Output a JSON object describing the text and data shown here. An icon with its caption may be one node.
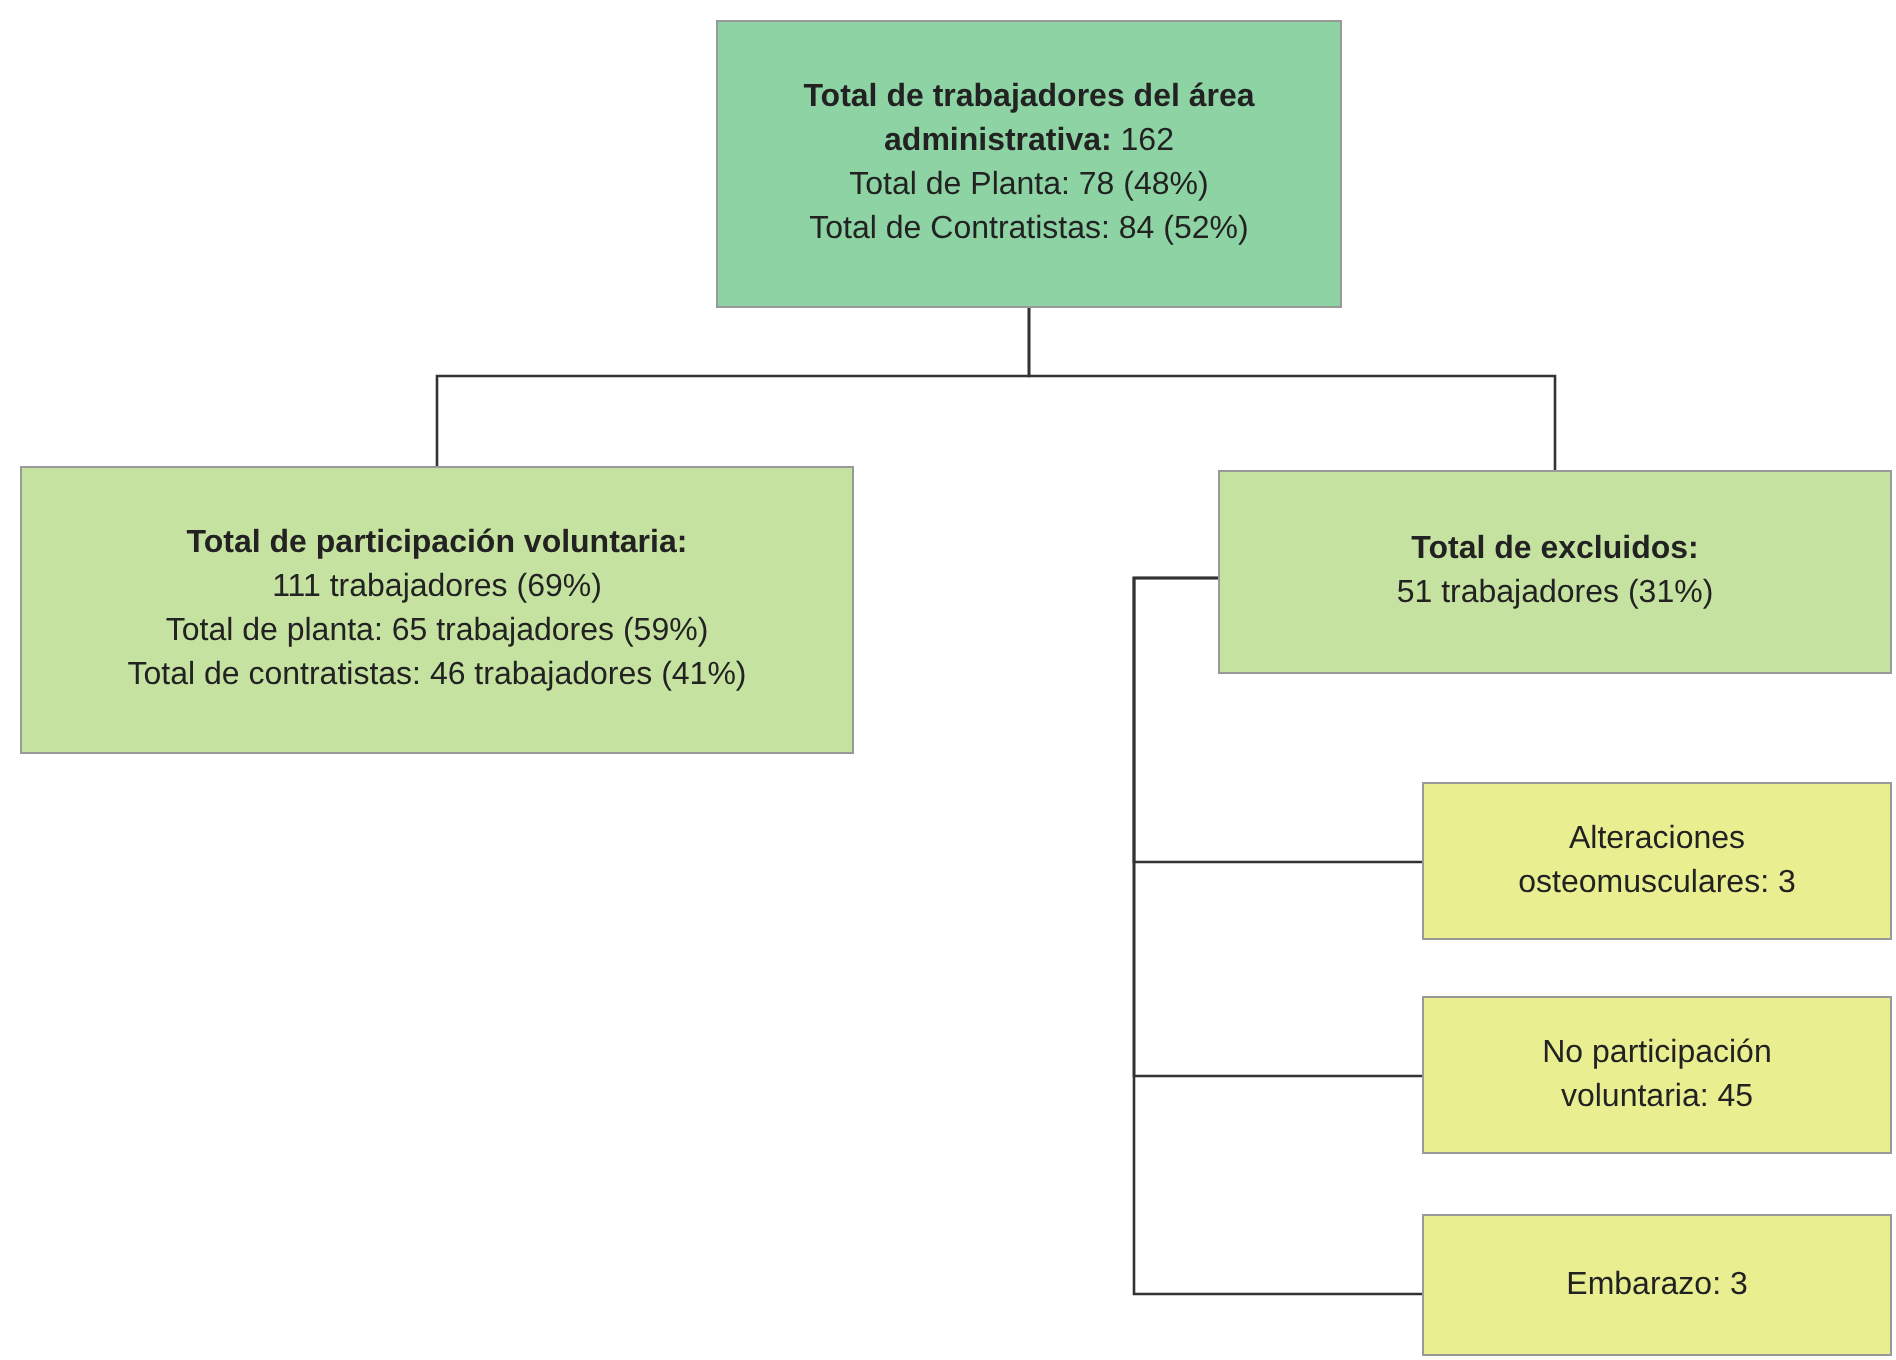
{
  "diagram": {
    "nodes": [
      {
        "text": [
          "**Total de trabajadores del área administrativa:** 162",
          "Total de Planta: 78 (48%)",
          "Total de Contratistas: 84 (52%)"
        ]
      },
      {
        "text": [
          "Total de participación voluntaria:",
          "111 trabajadores (69%)",
          "Total de planta: 65 trabajadores (59%)",
          "Total de contratistas: 46 trabajadores (41%)"
        ]
      },
      {
        "text": [
          "Total de excluidos:",
          "51 trabajadores (31%)"
        ]
      },
      {
        "text": [
          "Alteraciones osteomusculares: 3"
        ]
      },
      {
        "text": [
          "No participación voluntaria: 45"
        ]
      },
      {
        "text": [
          "Embarazo: 3"
        ]
      }
    ],
    "edges": [
      {
        "from": 0,
        "to": 1,
        "arrow": "none"
      },
      {
        "from": 0,
        "to": 2,
        "arrow": "none"
      },
      {
        "from": 2,
        "to": 3,
        "arrow": "none"
      },
      {
        "from": 2,
        "to": 4,
        "arrow": "none"
      },
      {
        "from": 2,
        "to": 5,
        "arrow": "none"
      }
    ]
  }
}
